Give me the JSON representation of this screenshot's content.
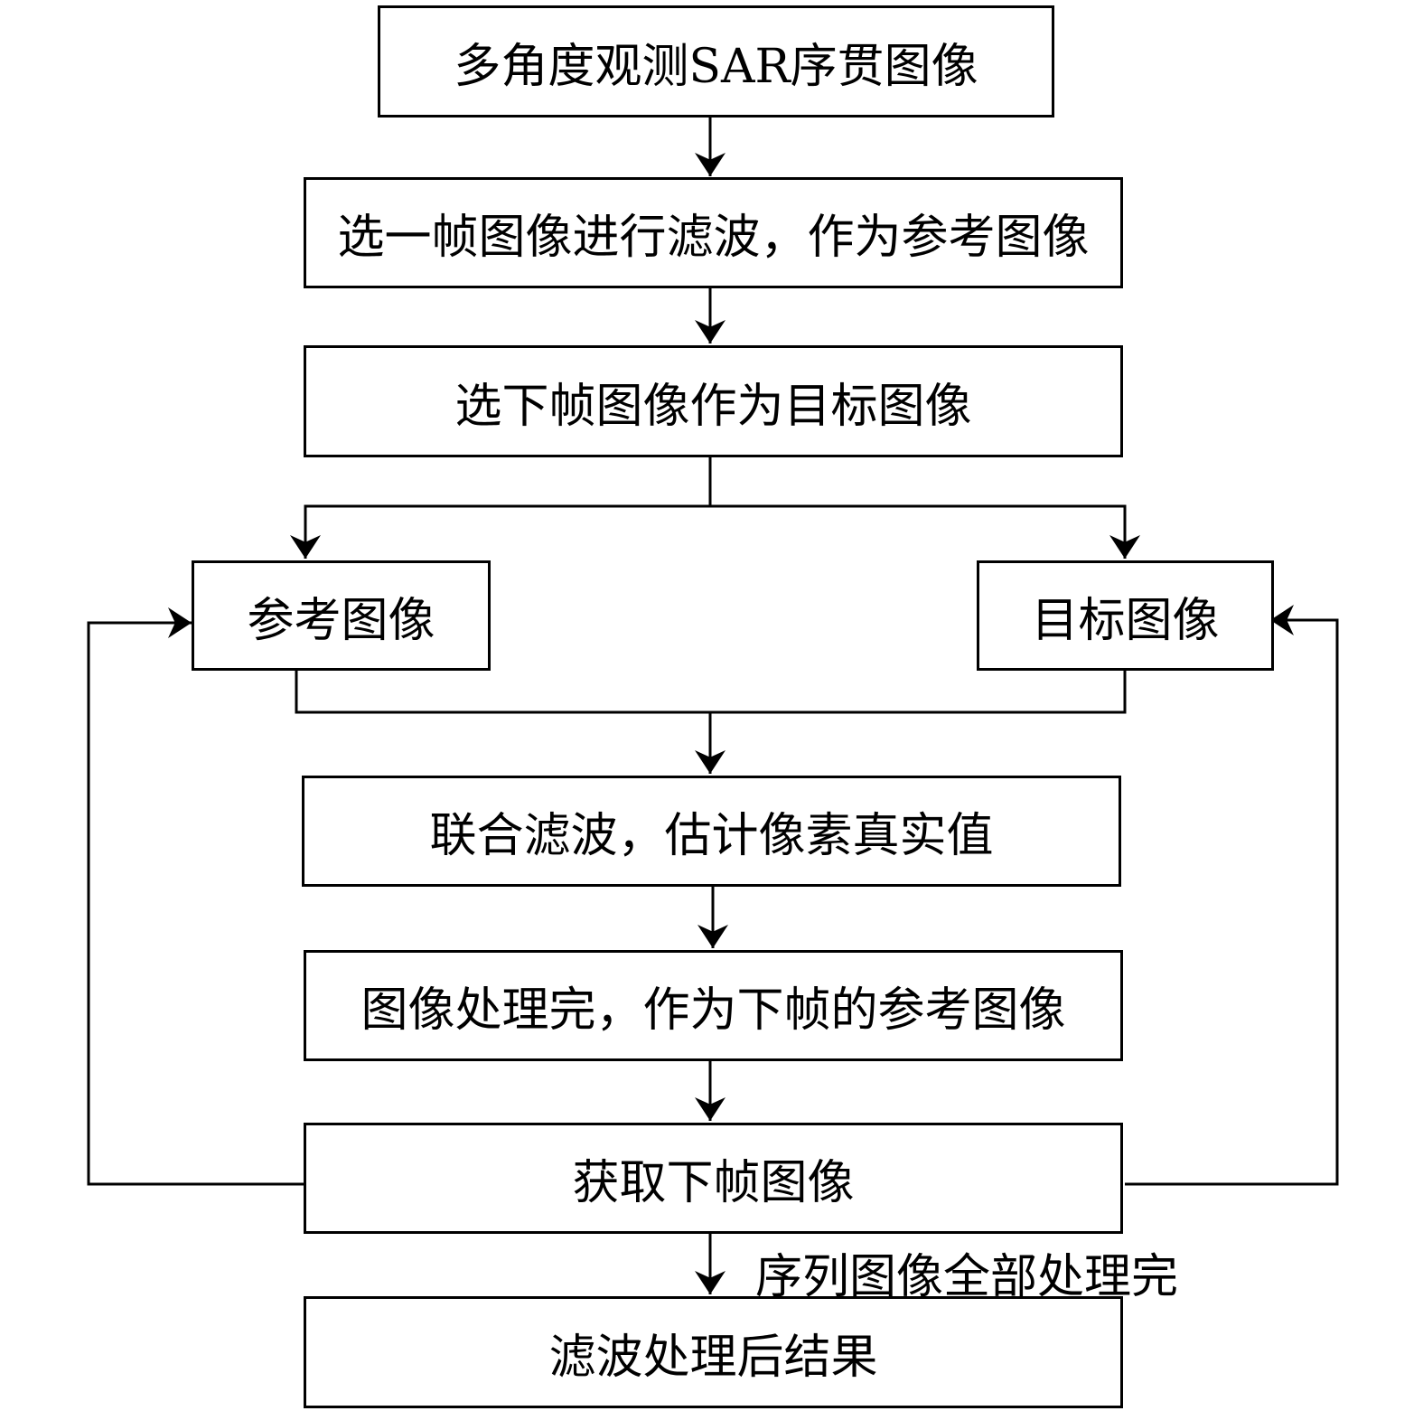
{
  "diagram": {
    "type": "flowchart",
    "colors": {
      "stroke": "#000000",
      "background": "#ffffff",
      "text": "#000000"
    },
    "nodes": [
      {
        "id": "input",
        "label": "多角度观测SAR序贯图像"
      },
      {
        "id": "select_ref",
        "label": "选一帧图像进行滤波，作为参考图像"
      },
      {
        "id": "select_target",
        "label": "选下帧图像作为目标图像"
      },
      {
        "id": "ref_image",
        "label": "参考图像"
      },
      {
        "id": "target_image",
        "label": "目标图像"
      },
      {
        "id": "joint_filter",
        "label": "联合滤波，估计像素真实值"
      },
      {
        "id": "processed",
        "label": "图像处理完，作为下帧的参考图像"
      },
      {
        "id": "get_next",
        "label": "获取下帧图像"
      },
      {
        "id": "result",
        "label": "滤波处理后结果"
      }
    ],
    "edges": [
      {
        "from": "input",
        "to": "select_ref"
      },
      {
        "from": "select_ref",
        "to": "select_target"
      },
      {
        "from": "select_target",
        "to": "ref_image"
      },
      {
        "from": "select_target",
        "to": "target_image"
      },
      {
        "from": "ref_image",
        "to": "joint_filter"
      },
      {
        "from": "target_image",
        "to": "joint_filter"
      },
      {
        "from": "joint_filter",
        "to": "processed"
      },
      {
        "from": "processed",
        "to": "get_next"
      },
      {
        "from": "get_next",
        "to": "ref_image",
        "label": ""
      },
      {
        "from": "get_next",
        "to": "target_image",
        "label": ""
      },
      {
        "from": "get_next",
        "to": "result",
        "label": "序列图像全部处理完"
      }
    ],
    "edge_label_done": "序列图像全部处理完"
  }
}
